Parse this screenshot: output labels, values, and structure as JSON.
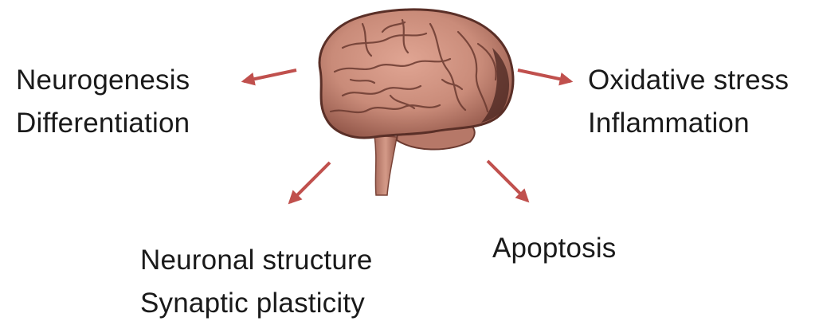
{
  "outcomes": {
    "left": {
      "line1": "Neurogenesis",
      "line2": "Differentiation"
    },
    "right": {
      "line1": "Oxidative stress",
      "line2": "Inflammation"
    },
    "bottom_left": {
      "line1": "Neuronal structure",
      "line2": "Synaptic plasticity"
    },
    "bottom_right": {
      "line1": "Apoptosis"
    }
  },
  "colors": {
    "arrow": "#c0504d",
    "brain_fill": "#c98b79",
    "brain_shadow": "#6b3a30",
    "text": "#1a1a1a"
  },
  "icons": {
    "center": "brain-icon"
  }
}
